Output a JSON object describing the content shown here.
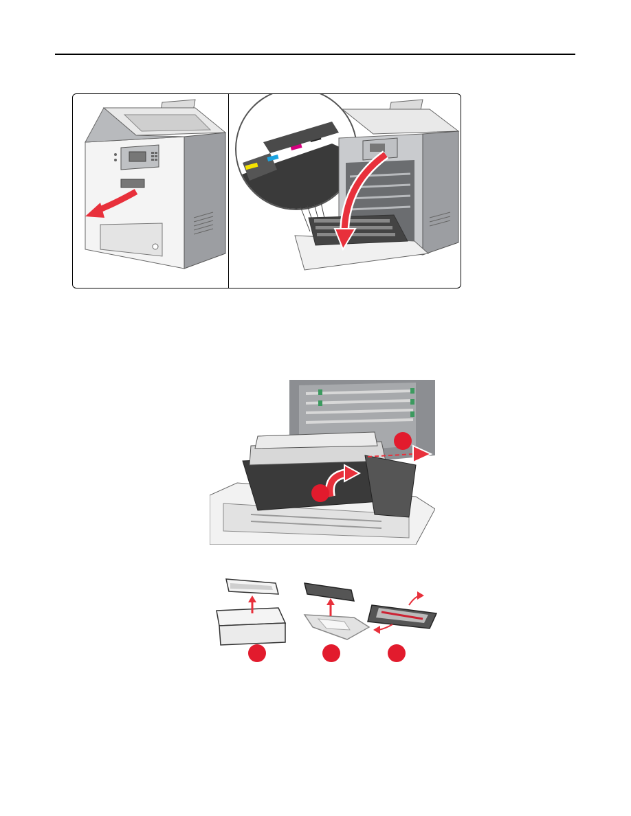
{
  "colors": {
    "callout_red": "#e21b2d",
    "arrow_red": "#e8303b",
    "printer_gray": "#8e9094",
    "printer_light": "#f2f2f2",
    "toner_yellow": "#f4e100",
    "toner_cyan": "#1aa3e0",
    "toner_magenta": "#d6007f",
    "toner_black": "#222222"
  },
  "icons": [
    "callout-marker",
    "pull-arrow",
    "open-door-arrow",
    "lift-arrow",
    "remove-arrow",
    "unpack-arrow"
  ],
  "callouts": {
    "fig2": [
      "callout-1",
      "callout-2"
    ],
    "fig3": [
      "callout-1",
      "callout-2",
      "callout-3"
    ]
  }
}
